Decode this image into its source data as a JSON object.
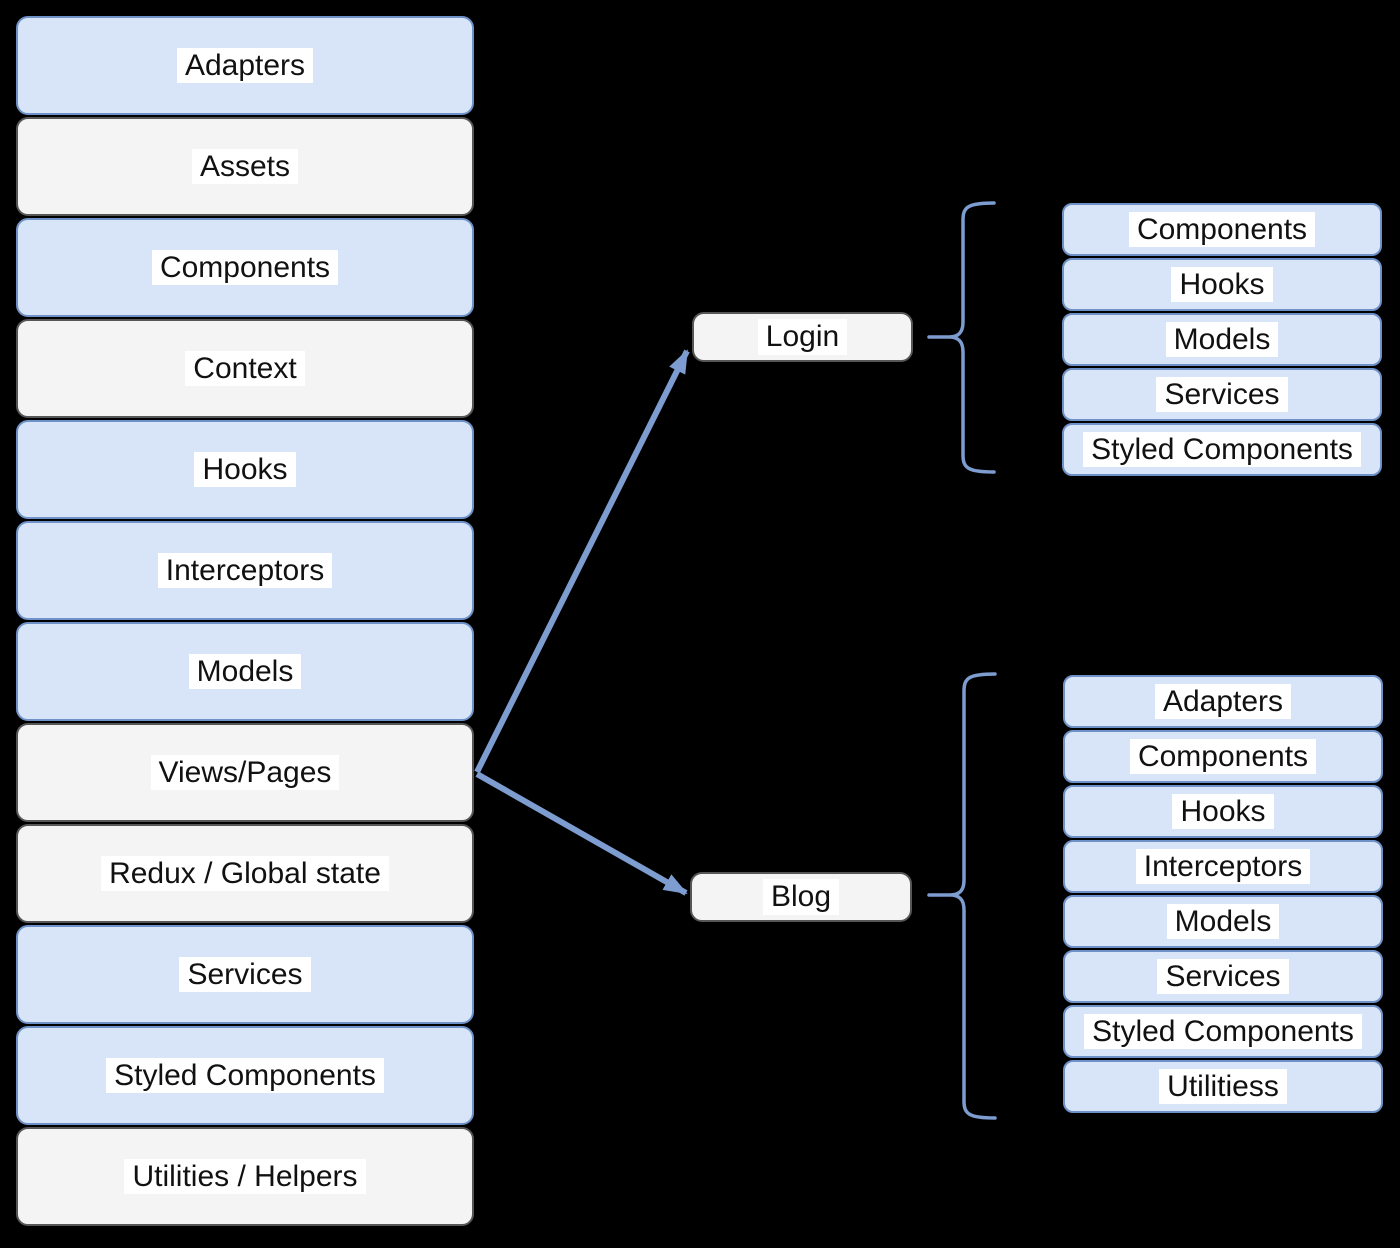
{
  "colors": {
    "background": "#000000",
    "blue-fill": "#d8e4f7",
    "blue-border": "#6e91c8",
    "gray-fill": "#f4f4f4",
    "gray-border": "#565656",
    "connector": "#7d9cd0",
    "label-bg": "#ffffff",
    "text": "#111111"
  },
  "left_column": {
    "items": [
      {
        "label": "Adapters",
        "variant": "blue"
      },
      {
        "label": "Assets",
        "variant": "gray"
      },
      {
        "label": "Components",
        "variant": "blue"
      },
      {
        "label": "Context",
        "variant": "gray"
      },
      {
        "label": "Hooks",
        "variant": "blue"
      },
      {
        "label": "Interceptors",
        "variant": "blue"
      },
      {
        "label": "Models",
        "variant": "blue"
      },
      {
        "label": "Views/Pages",
        "variant": "gray"
      },
      {
        "label": "Redux / Global state",
        "variant": "gray"
      },
      {
        "label": "Services",
        "variant": "blue"
      },
      {
        "label": "Styled Components",
        "variant": "blue"
      },
      {
        "label": "Utilities / Helpers",
        "variant": "gray"
      }
    ]
  },
  "pages": {
    "login": {
      "label": "Login"
    },
    "blog": {
      "label": "Blog"
    }
  },
  "login_children": {
    "items": [
      "Components",
      "Hooks",
      "Models",
      "Services",
      "Styled Components"
    ]
  },
  "blog_children": {
    "items": [
      "Adapters",
      "Components",
      "Hooks",
      "Interceptors",
      "Models",
      "Services",
      "Styled Components",
      "Utilitiess"
    ]
  },
  "connections": {
    "arrow_1": "Views/Pages -> Login",
    "arrow_2": "Views/Pages -> Blog"
  }
}
